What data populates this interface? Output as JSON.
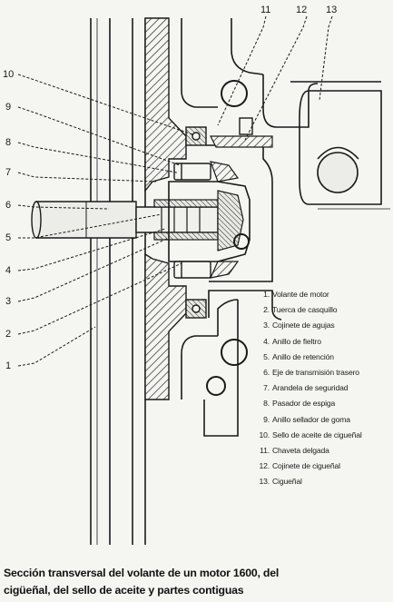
{
  "callouts": [
    {
      "id": "1",
      "text": "1"
    },
    {
      "id": "2",
      "text": "2"
    },
    {
      "id": "3",
      "text": "3"
    },
    {
      "id": "4",
      "text": "4"
    },
    {
      "id": "5",
      "text": "5"
    },
    {
      "id": "6",
      "text": "6"
    },
    {
      "id": "7",
      "text": "7"
    },
    {
      "id": "8",
      "text": "8"
    },
    {
      "id": "9",
      "text": "9"
    },
    {
      "id": "10",
      "text": "10"
    },
    {
      "id": "11",
      "text": "11"
    },
    {
      "id": "12",
      "text": "12"
    },
    {
      "id": "13",
      "text": "13"
    }
  ],
  "legend": [
    {
      "num": "1.",
      "text": "Volante de motor"
    },
    {
      "num": "2.",
      "text": "Tuerca de casquillo"
    },
    {
      "num": "3.",
      "text": "Cojinete de agujas"
    },
    {
      "num": "4.",
      "text": "Anillo de fieltro"
    },
    {
      "num": "5.",
      "text": "Anillo de retención"
    },
    {
      "num": "6.",
      "text": "Eje de transmisión trasero"
    },
    {
      "num": "7.",
      "text": "Arandela de seguridad"
    },
    {
      "num": "8.",
      "text": "Pasador de espiga"
    },
    {
      "num": "9.",
      "text": "Anillo sellador de goma"
    },
    {
      "num": "10.",
      "text": "Sello de aceite de cigueñal"
    },
    {
      "num": "11.",
      "text": "Chaveta delgada"
    },
    {
      "num": "12.",
      "text": "Cojinete de cigueñal"
    },
    {
      "num": "13.",
      "text": "Cigueñal"
    }
  ],
  "caption": {
    "line1": "Sección transversal del volante de un motor 1600, del",
    "line2": "cigüeñal, del sello de aceite y partes contiguas"
  }
}
